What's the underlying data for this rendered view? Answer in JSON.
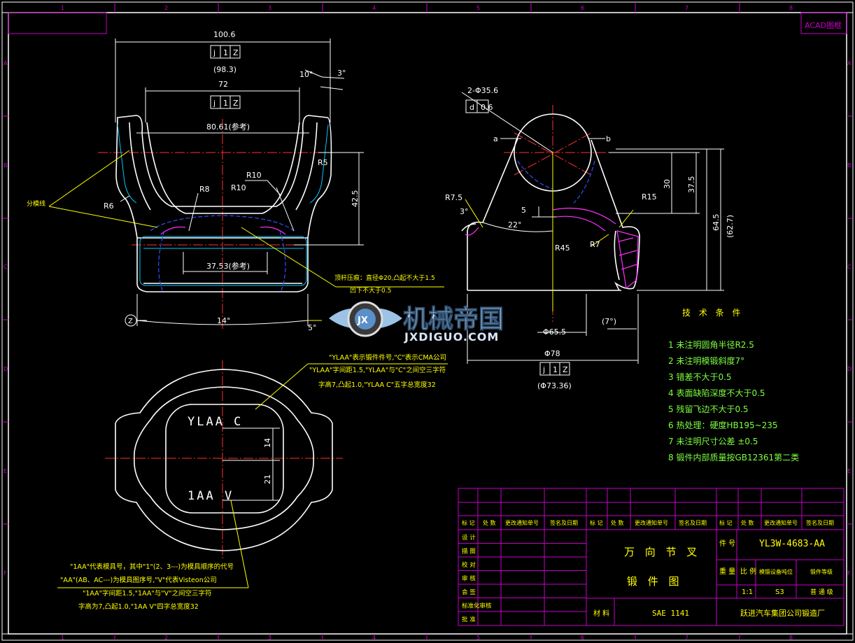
{
  "frame": {
    "column_numbers": [
      "1",
      "2",
      "3",
      "4",
      "5",
      "6",
      "7",
      "8"
    ],
    "row_letters": [
      "A",
      "B",
      "C",
      "D",
      "E",
      "F"
    ],
    "corner_stamp": "ACAD图框"
  },
  "front_view": {
    "dim_top_width": "100.6",
    "dim_top_ref": "(98.3)",
    "datum_box_1": [
      "j",
      "1",
      "Z"
    ],
    "dim_inner_width": "72",
    "datum_box_2": [
      "j",
      "1",
      "Z"
    ],
    "dim_ref_width": "80.61(参考)",
    "angle_left": "10°",
    "angle_right": "3°",
    "radius_r5": "R5",
    "radius_r10_a": "R10",
    "radius_r10_b": "R10",
    "radius_r8": "R8",
    "radius_r6": "R6",
    "dim_height": "42.5",
    "dim_bottom_ref": "37.53(参考)",
    "dim_angle_bottom": "14°",
    "angle_5": "5°",
    "datum_label": "Z",
    "parting_line": "分模线",
    "note_flash_1": "顶杆压痕：直径Φ20,凸起不大于1.5",
    "note_flash_2": "凹下不大于0.5"
  },
  "side_view": {
    "dim_hole": "2-Φ35.6",
    "tolerance_box": [
      "d",
      "0.6"
    ],
    "label_a": "a",
    "label_b": "b",
    "radius_r75": "R7.5",
    "angle_3": "3°",
    "angle_22": "22°",
    "dim_5": "5",
    "radius_r45": "R45",
    "radius_r15": "R15",
    "radius_r7": "R7",
    "dim_30": "30",
    "dim_375": "37.5",
    "dim_645": "64.5",
    "dim_627": "(62.7)",
    "dim_655": "Φ65.5",
    "angle_7": "(7°)",
    "dim_78": "Φ78",
    "datum_box": [
      "j",
      "1",
      "Z"
    ],
    "dim_7336": "(Φ73.36)"
  },
  "top_view": {
    "stamp_top": "YLAA C",
    "stamp_bottom": "1AA V",
    "dim_14": "14",
    "dim_21": "21",
    "note_top_1": "\"YLAA\"表示锻件件号,\"C\"表示CMA公司",
    "note_top_2": "\"YLAA\"字间距1.5,\"YLAA\"与\"C\"之间空三字符",
    "note_top_3": "字高7,凸起1.0,\"YLAA C\"五字总宽度32",
    "note_bottom_1": "\"1AA\"代表模具号，其中\"1\"(2、3---)为模具顺序的代号",
    "note_bottom_2": "\"AA\"(AB、AC---)为模具图序号,\"V\"代表Visteon公司",
    "note_bottom_3": "\"1AA\"字间距1.5,\"1AA\"与\"V\"之间空三字符",
    "note_bottom_4": "字高为7,凸起1.0,\"1AA V\"四字总宽度32"
  },
  "watermark": {
    "title": "机械帝国",
    "subtitle": "JXDIGUO.COM",
    "badge": "JX"
  },
  "tech_requirements": {
    "heading": "技 术 条 件",
    "items": [
      "1 未注明圆角半径R2.5",
      "2 未注明模锻斜度7°",
      "3 错差不大于0.5",
      "4 表面缺陷深度不大于0.5",
      "5 残留飞边不大于0.5",
      "6 热处理：硬度HB195~235",
      "7 未注明尺寸公差 ±0.5",
      "8 锻件内部质量按GB12361第二类"
    ]
  },
  "title_block": {
    "rev_headers": [
      "标 记",
      "处 数",
      "更改通知单号",
      "签名及日期",
      "标 记",
      "处 数",
      "更改通知单号",
      "签名及日期",
      "标 记",
      "处 数",
      "更改通知单号",
      "签名及日期"
    ],
    "sign_rows": [
      "设 计",
      "描 图",
      "校 对",
      "审 核",
      "会 签",
      "标准化审核",
      "批 准"
    ],
    "part_name_1": "万 向 节 叉",
    "part_name_2": "锻 件 图",
    "part_no_label": "件 号",
    "part_no": "YL3W-4683-AA",
    "weight_label": "重 量",
    "scale_label": "比 例",
    "equipment_label": "模锻设备吨位",
    "grade_label": "锻件等级",
    "scale": "1:1",
    "equipment": "S3",
    "grade": "普 通 级",
    "material_label": "材 料",
    "material": "SAE 1141",
    "company": "跃进汽车集团公司锻造厂"
  }
}
